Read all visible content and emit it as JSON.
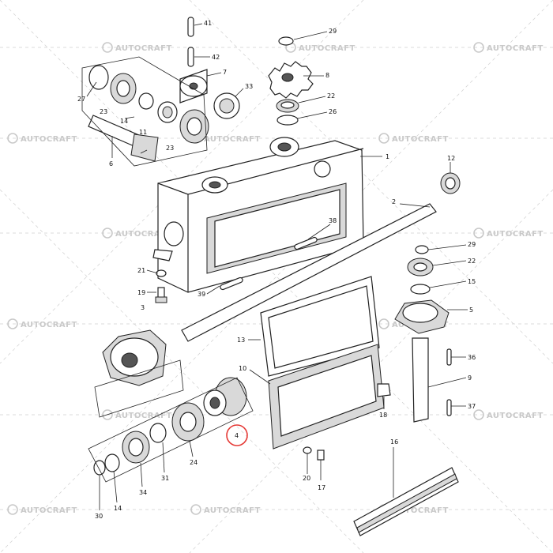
{
  "watermark": {
    "text": "AUTOCRAFT",
    "logo": "autocraft-logo"
  },
  "colors": {
    "line": "#222222",
    "highlight": "#e53935",
    "watermark": "#c9c9c9"
  },
  "callouts": {
    "p1": "1",
    "p2": "2",
    "p3": "3",
    "p4": "4",
    "p5": "5",
    "p6": "6",
    "p7": "7",
    "p8": "8",
    "p9": "9",
    "p10": "10",
    "p11": "11",
    "p12": "12",
    "p13": "13",
    "p14a": "14",
    "p14b": "14",
    "p15": "15",
    "p16": "16",
    "p17": "17",
    "p18": "18",
    "p19": "19",
    "p20": "20",
    "p21": "21",
    "p22a": "22",
    "p22b": "22",
    "p23a": "23",
    "p23b": "23",
    "p24": "24",
    "p26": "26",
    "p27": "27",
    "p29a": "29",
    "p29b": "29",
    "p30": "30",
    "p31": "31",
    "p33": "33",
    "p34": "34",
    "p36": "36",
    "p37": "37",
    "p38": "38",
    "p39": "39",
    "p41": "41",
    "p42": "42"
  },
  "highlighted_part": "4"
}
